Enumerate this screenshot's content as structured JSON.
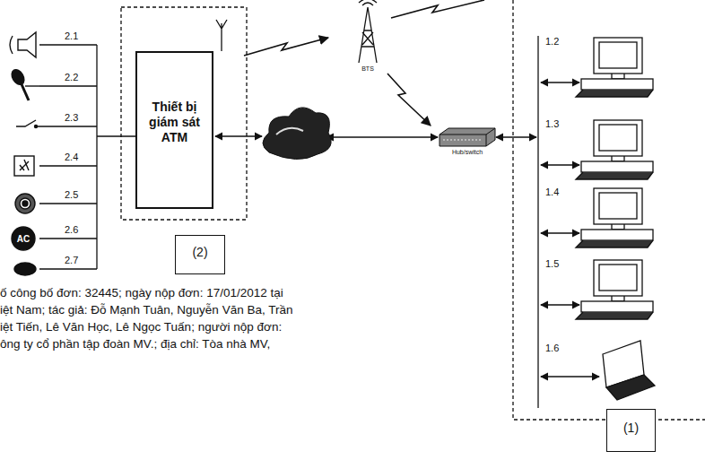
{
  "diagram": {
    "nodes": [
      {
        "text": [
          "Thiết bị giám sát ATM"
        ]
      },
      {
        "text": [
          "(2)"
        ]
      },
      {
        "text": [
          "(1)"
        ]
      }
    ],
    "labels": [
      "2.1",
      "2.2",
      "2.3",
      "2.4",
      "2.5",
      "2.6",
      "2.7",
      "AC",
      "BTS",
      "Hub/switch",
      "1.2",
      "1.3",
      "1.4",
      "1.5",
      "1.6",
      "ố công bố đơn: 32445; ngày nộp đơn: 17/01/2012 tại",
      "iệt Nam; tác giả: Đỗ Mạnh Tuân, Nguyễn Văn Ba, Trần",
      "iệt Tiến, Lê Văn Học, Lê Ngọc Tuấn; người nộp đơn:",
      "ông ty cổ phần tập đoàn MV.; địa chỉ: Tòa nhà MV,"
    ]
  }
}
